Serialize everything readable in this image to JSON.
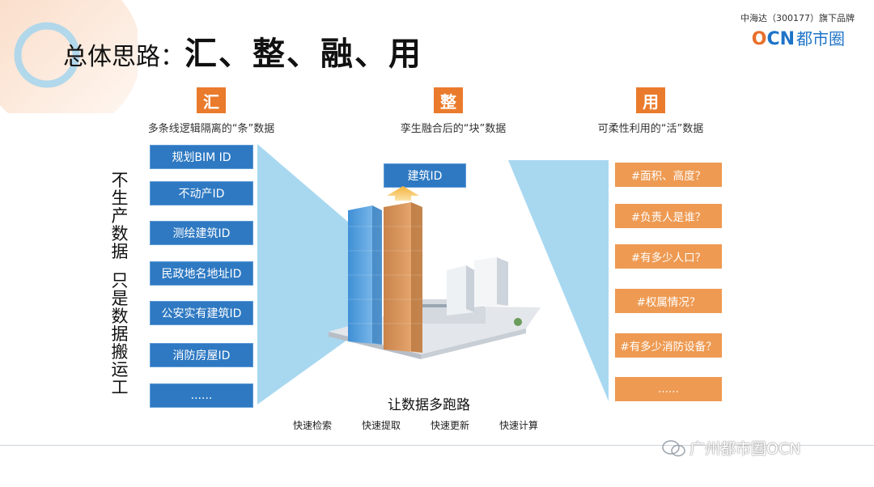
{
  "header": {
    "title_prefix": "总体思路：",
    "title_main": "汇、整、融、用",
    "brand_line": "中海达（300177）旗下品牌",
    "brand_logo_o": "O",
    "brand_logo_cn": "CN",
    "brand_logo_name": "都市圈"
  },
  "columns": {
    "hui": {
      "label": "汇",
      "subtitle": "多条线逻辑隔离的“条”数据"
    },
    "zheng": {
      "label": "整",
      "subtitle": "孪生融合后的“块”数据"
    },
    "yong": {
      "label": "用",
      "subtitle": "可柔性利用的“活”数据"
    }
  },
  "vertical_text": {
    "left": "不生产数据",
    "right": "只是数据搬运工"
  },
  "id_list": [
    "规划BIM ID",
    "不动产ID",
    "测绘建筑ID",
    "民政地名地址ID",
    "公安实有建筑ID",
    "消防房屋ID",
    "......"
  ],
  "building_id_label": "建筑ID",
  "question_list": [
    "#面积、高度？",
    "#负责人是谁？",
    "#有多少人口？",
    "#权属情况？",
    "#有多少消防设备？",
    "......"
  ],
  "bottom": {
    "title": "让数据多跑路",
    "tags": [
      "快速检索",
      "快速提取",
      "快速更新",
      "快速计算"
    ]
  },
  "watermark": "广州都市圈OCN",
  "colors": {
    "orange": "#ea7b2c",
    "orange_light": "#ee9a52",
    "blue": "#2e79c2",
    "funnel": "#a8d8f0"
  }
}
